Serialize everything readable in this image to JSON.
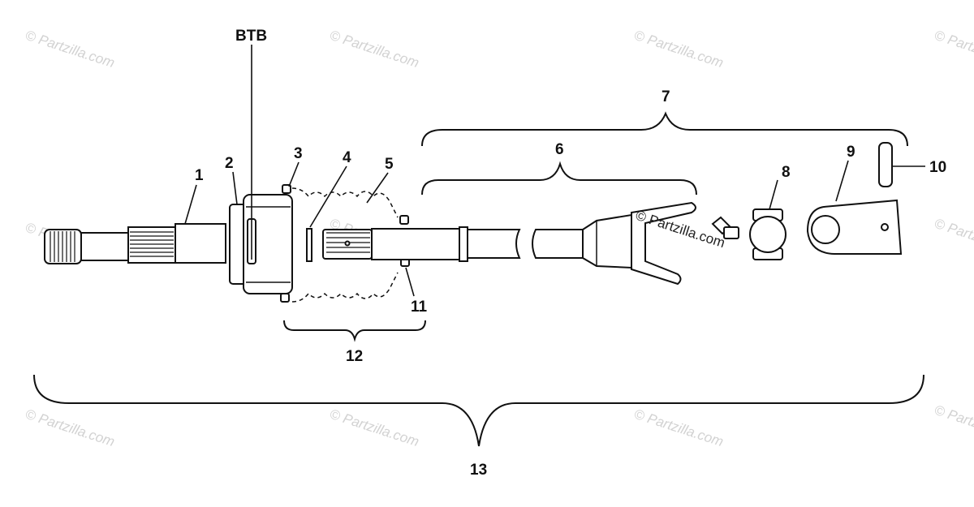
{
  "labels": {
    "btb": "BTB",
    "p1": "1",
    "p2": "2",
    "p3": "3",
    "p4": "4",
    "p5": "5",
    "p6": "6",
    "p7": "7",
    "p8": "8",
    "p9": "9",
    "p10": "10",
    "p11": "11",
    "p12": "12",
    "p13": "13"
  },
  "watermark": {
    "text": "© Partzilla.com",
    "inline_text": "© Partzilla.com"
  }
}
